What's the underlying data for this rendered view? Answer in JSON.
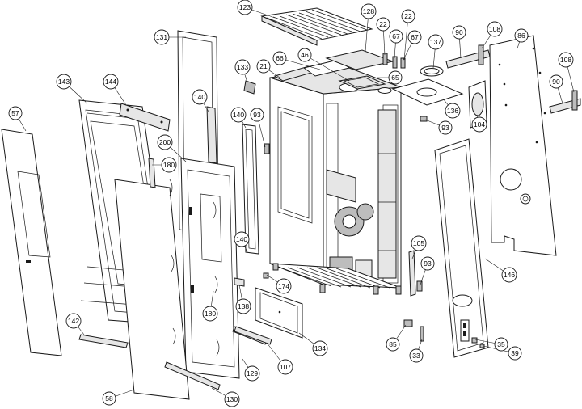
{
  "callouts": [
    {
      "id": "c123",
      "label": "123"
    },
    {
      "id": "c128",
      "label": "128"
    },
    {
      "id": "c22a",
      "label": "22"
    },
    {
      "id": "c22b",
      "label": "22"
    },
    {
      "id": "c67a",
      "label": "67"
    },
    {
      "id": "c67b",
      "label": "67"
    },
    {
      "id": "c137",
      "label": "137"
    },
    {
      "id": "c90a",
      "label": "90"
    },
    {
      "id": "c108a",
      "label": "108"
    },
    {
      "id": "c86",
      "label": "86"
    },
    {
      "id": "c108b",
      "label": "108"
    },
    {
      "id": "c90b",
      "label": "90"
    },
    {
      "id": "c131",
      "label": "131"
    },
    {
      "id": "c46",
      "label": "46"
    },
    {
      "id": "c66",
      "label": "66"
    },
    {
      "id": "c65",
      "label": "65"
    },
    {
      "id": "c21",
      "label": "21"
    },
    {
      "id": "c133",
      "label": "133"
    },
    {
      "id": "c143",
      "label": "143"
    },
    {
      "id": "c144",
      "label": "144"
    },
    {
      "id": "c140a",
      "label": "140"
    },
    {
      "id": "c136",
      "label": "136"
    },
    {
      "id": "c104",
      "label": "104"
    },
    {
      "id": "c93a",
      "label": "93"
    },
    {
      "id": "c57",
      "label": "57"
    },
    {
      "id": "c140b",
      "label": "140"
    },
    {
      "id": "c93b",
      "label": "93"
    },
    {
      "id": "c200",
      "label": "200"
    },
    {
      "id": "c180a",
      "label": "180"
    },
    {
      "id": "c140c",
      "label": "140"
    },
    {
      "id": "c105",
      "label": "105"
    },
    {
      "id": "c93c",
      "label": "93"
    },
    {
      "id": "c146",
      "label": "146"
    },
    {
      "id": "c174",
      "label": "174"
    },
    {
      "id": "c138",
      "label": "138"
    },
    {
      "id": "c180b",
      "label": "180"
    },
    {
      "id": "c142",
      "label": "142"
    },
    {
      "id": "c134",
      "label": "134"
    },
    {
      "id": "c85",
      "label": "85"
    },
    {
      "id": "c35",
      "label": "35"
    },
    {
      "id": "c39",
      "label": "39"
    },
    {
      "id": "c33",
      "label": "33"
    },
    {
      "id": "c107",
      "label": "107"
    },
    {
      "id": "c129",
      "label": "129"
    },
    {
      "id": "c58",
      "label": "58"
    },
    {
      "id": "c130",
      "label": "130"
    }
  ]
}
